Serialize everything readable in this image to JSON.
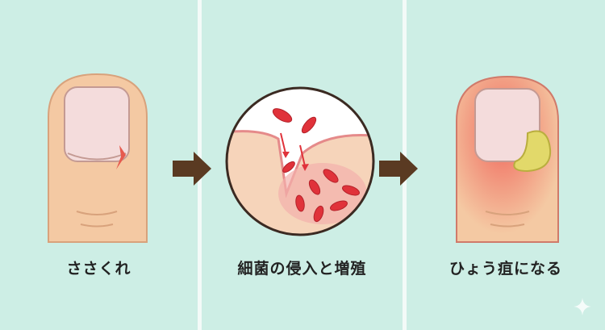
{
  "steps": [
    {
      "label": "ささくれ"
    },
    {
      "label": "細菌の侵入と増殖"
    },
    {
      "label": "ひょう疽になる"
    }
  ],
  "colors": {
    "background": "#cdeee5",
    "skin": "#f4c9a3",
    "nail": "#f4dcdc",
    "arrow": "#5a3a22",
    "bacteria": "#e0323a",
    "pus": "#e2d96a",
    "inflammation": "#f08a7a"
  },
  "icons": [
    "arrow-right-icon",
    "sparkle-icon"
  ]
}
